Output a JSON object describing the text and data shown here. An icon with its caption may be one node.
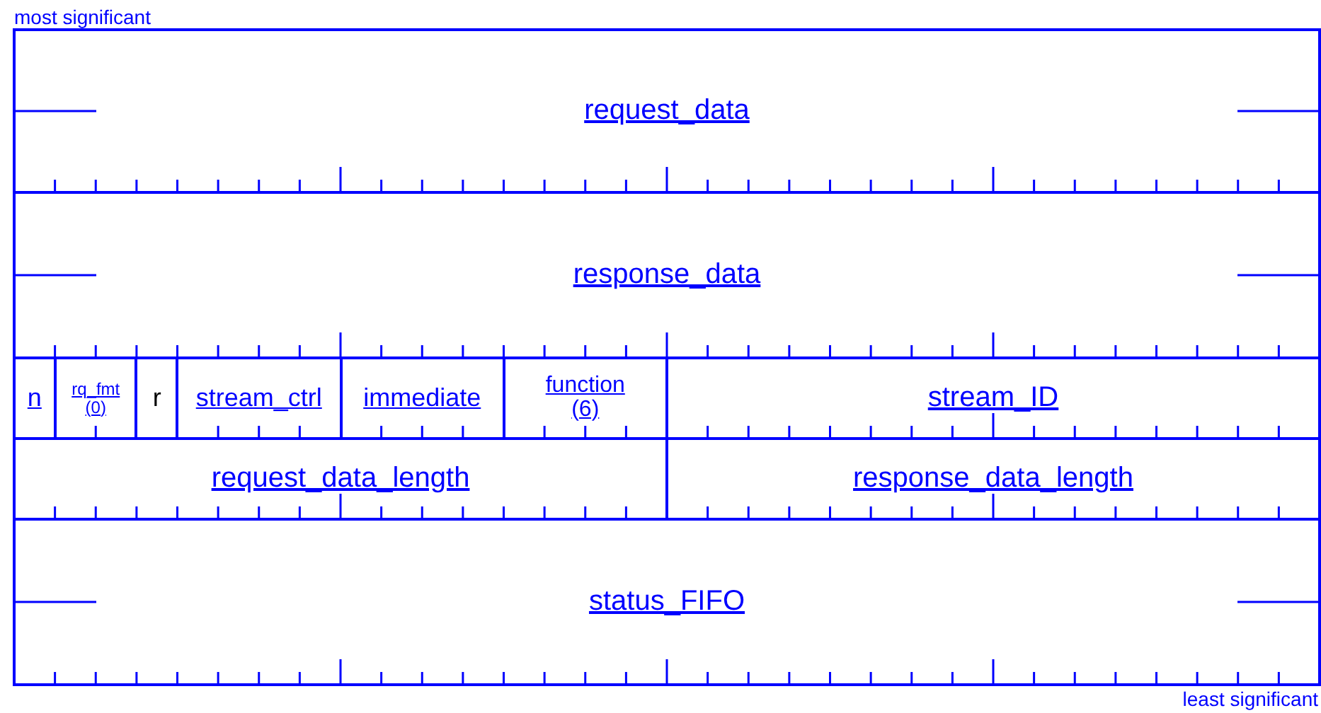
{
  "diagram": {
    "nodes": [
      {
        "text": [
          "request_data"
        ]
      },
      {
        "text": [
          "response_data"
        ]
      },
      {
        "text": [
          "n"
        ]
      },
      {
        "text": [
          "rq_fmt (0)"
        ]
      },
      {
        "text": [
          "r"
        ]
      },
      {
        "text": [
          "stream_ctrl"
        ]
      },
      {
        "text": [
          "immediate"
        ]
      },
      {
        "text": [
          "function (6)"
        ]
      },
      {
        "text": [
          "stream_ID"
        ]
      },
      {
        "text": [
          "request_data_length"
        ]
      },
      {
        "text": [
          "response_data_length"
        ]
      },
      {
        "text": [
          "status_FIFO"
        ]
      }
    ],
    "labels": [
      "most significant",
      "least significant"
    ]
  }
}
